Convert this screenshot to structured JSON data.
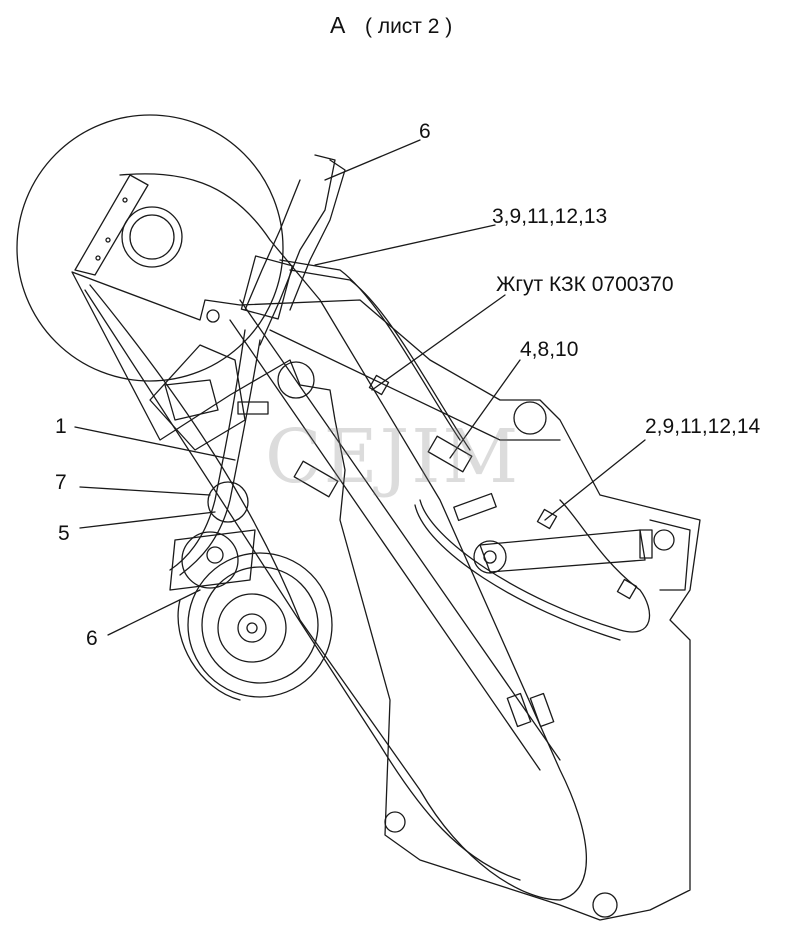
{
  "title": {
    "view_letter": "А",
    "sheet": "( лист 2 )"
  },
  "watermark": "CEJIM",
  "callouts": {
    "c6_top": "6",
    "c3_9": "3,9,11,12,13",
    "harness": "Жгут КЗК 0700370",
    "c4_8": "4,8,10",
    "c2_9": "2,9,11,12,14",
    "c1": "1",
    "c7": "7",
    "c5": "5",
    "c6_bottom": "6"
  },
  "colors": {
    "line": "#1a1a1a",
    "background": "#ffffff",
    "watermark": "#9a9a9a"
  }
}
